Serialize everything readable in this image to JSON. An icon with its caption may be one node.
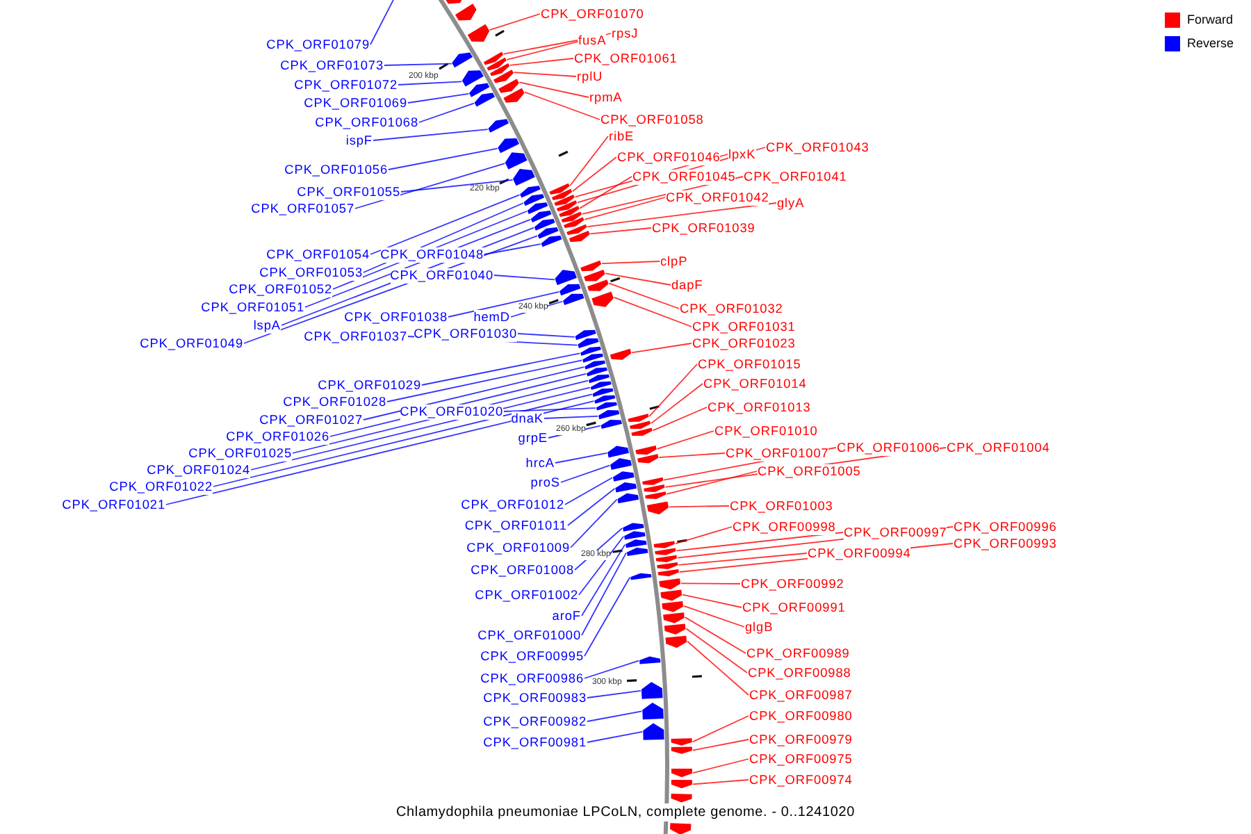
{
  "diagram": {
    "caption": "Chlamydophila pneumoniae LPCoLN, complete genome. - 0..1241020",
    "nodes": [
      {
        "text": [
          "CPK_ORF01079"
        ]
      },
      {
        "text": [
          "CPK_ORF01073"
        ]
      },
      {
        "text": [
          "CPK_ORF01072"
        ]
      },
      {
        "text": [
          "CPK_ORF01069"
        ]
      },
      {
        "text": [
          "CPK_ORF01068"
        ]
      },
      {
        "text": [
          "ispF"
        ]
      },
      {
        "text": [
          "CPK_ORF01056"
        ]
      },
      {
        "text": [
          "CPK_ORF01055"
        ]
      },
      {
        "text": [
          "CPK_ORF01057"
        ]
      },
      {
        "text": [
          "CPK_ORF01054"
        ]
      },
      {
        "text": [
          "CPK_ORF01048"
        ]
      },
      {
        "text": [
          "CPK_ORF01053"
        ]
      },
      {
        "text": [
          "CPK_ORF01040"
        ]
      },
      {
        "text": [
          "CPK_ORF01052"
        ]
      },
      {
        "text": [
          "CPK_ORF01051"
        ]
      },
      {
        "text": [
          "CPK_ORF01038"
        ]
      },
      {
        "text": [
          "hemD"
        ]
      },
      {
        "text": [
          "lspA"
        ]
      },
      {
        "text": [
          "CPK_ORF01049"
        ]
      },
      {
        "text": [
          "CPK_ORF01037"
        ]
      },
      {
        "text": [
          "CPK_ORF01030"
        ]
      },
      {
        "text": [
          "CPK_ORF01029"
        ]
      },
      {
        "text": [
          "CPK_ORF01028"
        ]
      },
      {
        "text": [
          "CPK_ORF01027"
        ]
      },
      {
        "text": [
          "CPK_ORF01020"
        ]
      },
      {
        "text": [
          "dnaK"
        ]
      },
      {
        "text": [
          "CPK_ORF01026"
        ]
      },
      {
        "text": [
          "grpE"
        ]
      },
      {
        "text": [
          "CPK_ORF01025"
        ]
      },
      {
        "text": [
          "hrcA"
        ]
      },
      {
        "text": [
          "CPK_ORF01024"
        ]
      },
      {
        "text": [
          "proS"
        ]
      },
      {
        "text": [
          "CPK_ORF01022"
        ]
      },
      {
        "text": [
          "CPK_ORF01012"
        ]
      },
      {
        "text": [
          "CPK_ORF01021"
        ]
      },
      {
        "text": [
          "CPK_ORF01011"
        ]
      },
      {
        "text": [
          "CPK_ORF01009"
        ]
      },
      {
        "text": [
          "CPK_ORF01008"
        ]
      },
      {
        "text": [
          "CPK_ORF01002"
        ]
      },
      {
        "text": [
          "aroF"
        ]
      },
      {
        "text": [
          "CPK_ORF01000"
        ]
      },
      {
        "text": [
          "CPK_ORF00995"
        ]
      },
      {
        "text": [
          "CPK_ORF00986"
        ]
      },
      {
        "text": [
          "CPK_ORF00983"
        ]
      },
      {
        "text": [
          "CPK_ORF00982"
        ]
      },
      {
        "text": [
          "CPK_ORF00981"
        ]
      },
      {
        "text": [
          "CPK_ORF01070"
        ]
      },
      {
        "text": [
          "fusA"
        ]
      },
      {
        "text": [
          "rpsJ"
        ]
      },
      {
        "text": [
          "CPK_ORF01061"
        ]
      },
      {
        "text": [
          "rplU"
        ]
      },
      {
        "text": [
          "rpmA"
        ]
      },
      {
        "text": [
          "CPK_ORF01058"
        ]
      },
      {
        "text": [
          "ribE"
        ]
      },
      {
        "text": [
          "CPK_ORF01046"
        ]
      },
      {
        "text": [
          "lpxK"
        ]
      },
      {
        "text": [
          "CPK_ORF01043"
        ]
      },
      {
        "text": [
          "CPK_ORF01045"
        ]
      },
      {
        "text": [
          "CPK_ORF01041"
        ]
      },
      {
        "text": [
          "CPK_ORF01042"
        ]
      },
      {
        "text": [
          "glyA"
        ]
      },
      {
        "text": [
          "CPK_ORF01039"
        ]
      },
      {
        "text": [
          "clpP"
        ]
      },
      {
        "text": [
          "dapF"
        ]
      },
      {
        "text": [
          "CPK_ORF01032"
        ]
      },
      {
        "text": [
          "CPK_ORF01031"
        ]
      },
      {
        "text": [
          "CPK_ORF01023"
        ]
      },
      {
        "text": [
          "CPK_ORF01015"
        ]
      },
      {
        "text": [
          "CPK_ORF01014"
        ]
      },
      {
        "text": [
          "CPK_ORF01013"
        ]
      },
      {
        "text": [
          "CPK_ORF01010"
        ]
      },
      {
        "text": [
          "CPK_ORF01007"
        ]
      },
      {
        "text": [
          "CPK_ORF01006"
        ]
      },
      {
        "text": [
          "CPK_ORF01004"
        ]
      },
      {
        "text": [
          "CPK_ORF01005"
        ]
      },
      {
        "text": [
          "CPK_ORF01003"
        ]
      },
      {
        "text": [
          "CPK_ORF00998"
        ]
      },
      {
        "text": [
          "CPK_ORF00997"
        ]
      },
      {
        "text": [
          "CPK_ORF00996"
        ]
      },
      {
        "text": [
          "CPK_ORF00994"
        ]
      },
      {
        "text": [
          "CPK_ORF00993"
        ]
      },
      {
        "text": [
          "CPK_ORF00992"
        ]
      },
      {
        "text": [
          "CPK_ORF00991"
        ]
      },
      {
        "text": [
          "glgB"
        ]
      },
      {
        "text": [
          "CPK_ORF00989"
        ]
      },
      {
        "text": [
          "CPK_ORF00988"
        ]
      },
      {
        "text": [
          "CPK_ORF00987"
        ]
      },
      {
        "text": [
          "CPK_ORF00980"
        ]
      },
      {
        "text": [
          "CPK_ORF00979"
        ]
      },
      {
        "text": [
          "CPK_ORF00975"
        ]
      },
      {
        "text": [
          "CPK_ORF00974"
        ]
      },
      {
        "text": [],
        "shape": "box"
      },
      {
        "text": [],
        "shape": "box"
      },
      {
        "text": [],
        "shape": "box"
      },
      {
        "text": [],
        "shape": "box"
      },
      {
        "text": [],
        "shape": "box"
      },
      {
        "text": [],
        "shape": "box"
      },
      {
        "text": [],
        "shape": "box"
      },
      {
        "text": [],
        "shape": "box"
      },
      {
        "text": [],
        "shape": "box"
      },
      {
        "text": [],
        "shape": "box"
      },
      {
        "text": [],
        "shape": "box"
      },
      {
        "text": [],
        "shape": "box"
      },
      {
        "text": [],
        "shape": "box"
      },
      {
        "text": [],
        "shape": "box"
      },
      {
        "text": [],
        "shape": "box"
      },
      {
        "text": [],
        "shape": "box"
      },
      {
        "text": [],
        "shape": "box"
      },
      {
        "text": [],
        "shape": "box"
      },
      {
        "text": [],
        "shape": "box"
      },
      {
        "text": [],
        "shape": "box"
      },
      {
        "text": [],
        "shape": "box"
      },
      {
        "text": [],
        "shape": "box"
      },
      {
        "text": [],
        "shape": "box"
      },
      {
        "text": [],
        "shape": "box"
      },
      {
        "text": [],
        "shape": "box"
      },
      {
        "text": [],
        "shape": "box"
      },
      {
        "text": [],
        "shape": "box"
      },
      {
        "text": [],
        "shape": "box"
      },
      {
        "text": [],
        "shape": "box"
      },
      {
        "text": [],
        "shape": "box"
      },
      {
        "text": [],
        "shape": "box"
      },
      {
        "text": [],
        "shape": "box"
      },
      {
        "text": [],
        "shape": "box"
      },
      {
        "text": [],
        "shape": "box"
      },
      {
        "text": [],
        "shape": "box"
      },
      {
        "text": [],
        "shape": "box"
      },
      {
        "text": [],
        "shape": "box"
      },
      {
        "text": [],
        "shape": "box"
      },
      {
        "text": [],
        "shape": "box"
      },
      {
        "text": [],
        "shape": "box"
      },
      {
        "text": [],
        "shape": "box"
      },
      {
        "text": [],
        "shape": "box"
      },
      {
        "text": [],
        "shape": "box"
      },
      {
        "text": [],
        "shape": "box"
      },
      {
        "text": [],
        "shape": "box"
      },
      {
        "text": [],
        "shape": "box"
      },
      {
        "text": [],
        "shape": "box"
      },
      {
        "text": [],
        "shape": "box"
      },
      {
        "text": [],
        "shape": "box"
      },
      {
        "text": [],
        "shape": "box"
      },
      {
        "text": [],
        "shape": "box"
      },
      {
        "text": [],
        "shape": "box"
      },
      {
        "text": [],
        "shape": "box"
      },
      {
        "text": [],
        "shape": "box"
      },
      {
        "text": [],
        "shape": "box"
      },
      {
        "text": [],
        "shape": "box"
      },
      {
        "text": [],
        "shape": "box"
      },
      {
        "text": [],
        "shape": "box"
      },
      {
        "text": [],
        "shape": "box"
      },
      {
        "text": [],
        "shape": "box"
      },
      {
        "text": [],
        "shape": "box"
      },
      {
        "text": [],
        "shape": "box"
      },
      {
        "text": [],
        "shape": "box"
      },
      {
        "text": [],
        "shape": "box"
      },
      {
        "text": [],
        "shape": "box"
      },
      {
        "text": [],
        "shape": "box"
      },
      {
        "text": [],
        "shape": "box"
      },
      {
        "text": [],
        "shape": "box"
      },
      {
        "text": [],
        "shape": "box"
      },
      {
        "text": [],
        "shape": "box"
      },
      {
        "text": [],
        "shape": "box"
      },
      {
        "text": [],
        "shape": "box"
      },
      {
        "text": [],
        "shape": "box"
      },
      {
        "text": [],
        "shape": "box"
      },
      {
        "text": [],
        "shape": "box"
      },
      {
        "text": [],
        "shape": "box"
      },
      {
        "text": [],
        "shape": "box"
      },
      {
        "text": [],
        "shape": "box"
      },
      {
        "text": [],
        "shape": "box"
      },
      {
        "text": [],
        "shape": "box"
      },
      {
        "text": [],
        "shape": "box"
      },
      {
        "text": [],
        "shape": "box"
      },
      {
        "text": [],
        "shape": "box"
      },
      {
        "text": [],
        "shape": "box"
      },
      {
        "text": [],
        "shape": "box"
      },
      {
        "text": [],
        "shape": "box"
      },
      {
        "text": [],
        "shape": "box"
      },
      {
        "text": [],
        "shape": "box"
      },
      {
        "text": [],
        "shape": "box"
      },
      {
        "text": [],
        "shape": "box"
      },
      {
        "text": [],
        "shape": "box"
      },
      {
        "text": [],
        "shape": "box"
      },
      {
        "text": [],
        "shape": "box"
      },
      {
        "text": [],
        "shape": "box"
      }
    ],
    "edges": [
      {
        "from": 0,
        "to": null,
        "arrow": "none"
      },
      {
        "from": 1,
        "to": 94,
        "arrow": "none"
      },
      {
        "from": 2,
        "to": 96,
        "arrow": "none"
      },
      {
        "from": 3,
        "to": 99,
        "arrow": "none"
      },
      {
        "from": 4,
        "to": 101,
        "arrow": "none"
      },
      {
        "from": 5,
        "to": 104,
        "arrow": "none"
      },
      {
        "from": 6,
        "to": 105,
        "arrow": "none"
      },
      {
        "from": 7,
        "to": 107,
        "arrow": "none"
      },
      {
        "from": 8,
        "to": 106,
        "arrow": "none"
      },
      {
        "from": 9,
        "to": 108,
        "arrow": "none"
      },
      {
        "from": 10,
        "to": 121,
        "arrow": "none"
      },
      {
        "from": 11,
        "to": 109,
        "arrow": "none"
      },
      {
        "from": 12,
        "to": 124,
        "arrow": "none"
      },
      {
        "from": 13,
        "to": 112,
        "arrow": "none"
      },
      {
        "from": 14,
        "to": 114,
        "arrow": "none"
      },
      {
        "from": 15,
        "to": 127,
        "arrow": "none"
      },
      {
        "from": 16,
        "to": 129,
        "arrow": "none"
      },
      {
        "from": 17,
        "to": 116,
        "arrow": "none"
      },
      {
        "from": 18,
        "to": 119,
        "arrow": "none"
      },
      {
        "from": 19,
        "to": 132,
        "arrow": "none"
      },
      {
        "from": 20,
        "to": 131,
        "arrow": "none"
      },
      {
        "from": 21,
        "to": 133,
        "arrow": "none"
      },
      {
        "from": 22,
        "to": 134,
        "arrow": "none"
      },
      {
        "from": 23,
        "to": 136,
        "arrow": "none"
      },
      {
        "from": 24,
        "to": 142,
        "arrow": "none"
      },
      {
        "from": 25,
        "to": 143,
        "arrow": "none"
      },
      {
        "from": 26,
        "to": 137,
        "arrow": "none"
      },
      {
        "from": 27,
        "to": 144,
        "arrow": "none"
      },
      {
        "from": 28,
        "to": 138,
        "arrow": "none"
      },
      {
        "from": 29,
        "to": 148,
        "arrow": "none"
      },
      {
        "from": 30,
        "to": 139,
        "arrow": "none"
      },
      {
        "from": 31,
        "to": 150,
        "arrow": "none"
      },
      {
        "from": 32,
        "to": 140,
        "arrow": "none"
      },
      {
        "from": 33,
        "to": 152,
        "arrow": "none"
      },
      {
        "from": 34,
        "to": 141,
        "arrow": "none"
      },
      {
        "from": 35,
        "to": 153,
        "arrow": "none"
      },
      {
        "from": 36,
        "to": 156,
        "arrow": "none"
      },
      {
        "from": 37,
        "to": 159,
        "arrow": "none"
      },
      {
        "from": 38,
        "to": 160,
        "arrow": "none"
      },
      {
        "from": 39,
        "to": 161,
        "arrow": "none"
      },
      {
        "from": 40,
        "to": 163,
        "arrow": "none"
      },
      {
        "from": 41,
        "to": 167,
        "arrow": "none"
      },
      {
        "from": 42,
        "to": 175,
        "arrow": "none"
      },
      {
        "from": 43,
        "to": 176,
        "arrow": "none"
      },
      {
        "from": 44,
        "to": 177,
        "arrow": "none"
      },
      {
        "from": 45,
        "to": 178,
        "arrow": "none"
      },
      {
        "from": 46,
        "to": 93,
        "arrow": "none",
        "color": "#ff0000"
      },
      {
        "from": 47,
        "to": 95,
        "arrow": "none",
        "color": "#ff0000"
      },
      {
        "from": 48,
        "to": 97,
        "arrow": "none",
        "color": "#ff0000"
      },
      {
        "from": 49,
        "to": 98,
        "arrow": "none",
        "color": "#ff0000"
      },
      {
        "from": 50,
        "to": 100,
        "arrow": "none",
        "color": "#ff0000"
      },
      {
        "from": 51,
        "to": 102,
        "arrow": "none",
        "color": "#ff0000"
      },
      {
        "from": 52,
        "to": 103,
        "arrow": "none",
        "color": "#ff0000"
      },
      {
        "from": 53,
        "to": 110,
        "arrow": "none",
        "color": "#ff0000"
      },
      {
        "from": 54,
        "to": 111,
        "arrow": "none",
        "color": "#ff0000"
      },
      {
        "from": 55,
        "to": 113,
        "arrow": "none",
        "color": "#ff0000"
      },
      {
        "from": 56,
        "to": 115,
        "arrow": "none",
        "color": "#ff0000"
      },
      {
        "from": 57,
        "to": 117,
        "arrow": "none",
        "color": "#ff0000"
      },
      {
        "from": 58,
        "to": 118,
        "arrow": "none",
        "color": "#ff0000"
      },
      {
        "from": 59,
        "to": 120,
        "arrow": "none",
        "color": "#ff0000"
      },
      {
        "from": 60,
        "to": 122,
        "arrow": "none",
        "color": "#ff0000"
      },
      {
        "from": 61,
        "to": 123,
        "arrow": "none",
        "color": "#ff0000"
      },
      {
        "from": 62,
        "to": 125,
        "arrow": "none",
        "color": "#ff0000"
      },
      {
        "from": 63,
        "to": 126,
        "arrow": "none",
        "color": "#ff0000"
      },
      {
        "from": 64,
        "to": 128,
        "arrow": "none",
        "color": "#ff0000"
      },
      {
        "from": 65,
        "to": 130,
        "arrow": "none",
        "color": "#ff0000"
      },
      {
        "from": 66,
        "to": 135,
        "arrow": "none",
        "color": "#ff0000"
      },
      {
        "from": 67,
        "to": 145,
        "arrow": "none",
        "color": "#ff0000"
      },
      {
        "from": 68,
        "to": 146,
        "arrow": "none",
        "color": "#ff0000"
      },
      {
        "from": 69,
        "to": 147,
        "arrow": "none",
        "color": "#ff0000"
      },
      {
        "from": 70,
        "to": 149,
        "arrow": "none",
        "color": "#ff0000"
      },
      {
        "from": 71,
        "to": 151,
        "arrow": "none",
        "color": "#ff0000"
      },
      {
        "from": 72,
        "to": 154,
        "arrow": "none",
        "color": "#ff0000"
      },
      {
        "from": 73,
        "to": 155,
        "arrow": "none",
        "color": "#ff0000"
      },
      {
        "from": 74,
        "to": 157,
        "arrow": "none",
        "color": "#ff0000"
      },
      {
        "from": 75,
        "to": 158,
        "arrow": "none",
        "color": "#ff0000"
      },
      {
        "from": 76,
        "to": 162,
        "arrow": "none",
        "color": "#ff0000"
      },
      {
        "from": 77,
        "to": 164,
        "arrow": "none",
        "color": "#ff0000"
      },
      {
        "from": 78,
        "to": 165,
        "arrow": "none",
        "color": "#ff0000"
      },
      {
        "from": 79,
        "to": 166,
        "arrow": "none",
        "color": "#ff0000"
      },
      {
        "from": 80,
        "to": 168,
        "arrow": "none",
        "color": "#ff0000"
      },
      {
        "from": 81,
        "to": 169,
        "arrow": "none",
        "color": "#ff0000"
      },
      {
        "from": 82,
        "to": 170,
        "arrow": "none",
        "color": "#ff0000"
      },
      {
        "from": 83,
        "to": 171,
        "arrow": "none",
        "color": "#ff0000"
      },
      {
        "from": 84,
        "to": 172,
        "arrow": "none",
        "color": "#ff0000"
      },
      {
        "from": 85,
        "to": 173,
        "arrow": "none",
        "color": "#ff0000"
      },
      {
        "from": 86,
        "to": 174,
        "arrow": "none",
        "color": "#ff0000"
      },
      {
        "from": 87,
        "to": 179,
        "arrow": "none",
        "color": "#ff0000"
      },
      {
        "from": 88,
        "to": 180,
        "arrow": "none",
        "color": "#ff0000"
      },
      {
        "from": 89,
        "to": 181,
        "arrow": "none",
        "color": "#ff0000"
      },
      {
        "from": 90,
        "to": 182,
        "arrow": "none",
        "color": "#ff0000"
      }
    ],
    "labels": [
      "200 kbp",
      "220 kbp",
      "240 kbp",
      "260 kbp",
      "280 kbp",
      "300 kbp"
    ],
    "legend": [
      {
        "text": "Forward",
        "color": "#ff0000"
      },
      {
        "text": "Reverse",
        "color": "#0000ff"
      }
    ]
  }
}
